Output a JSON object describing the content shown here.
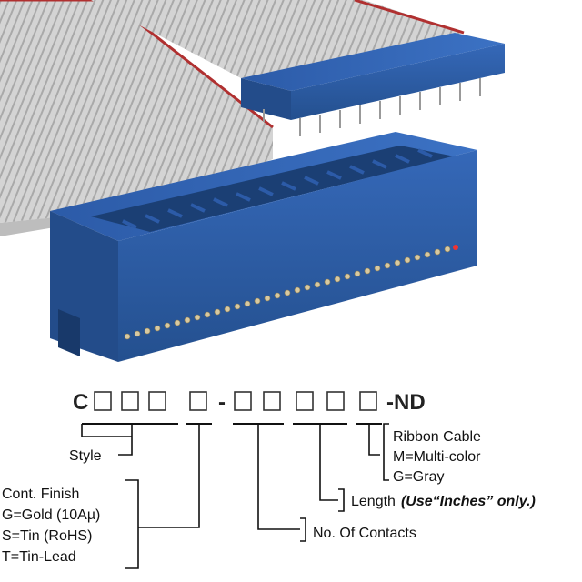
{
  "part_number": {
    "prefix": "C",
    "group1_boxes": 4,
    "separator1": "-",
    "group2_boxes": 5,
    "suffix": "-ND"
  },
  "labels": {
    "style": "Style",
    "cont_finish_title": "Cont. Finish",
    "cont_finish_gold": "G=Gold (10Aµ)",
    "cont_finish_tin": "S=Tin (RoHS)",
    "cont_finish_tinlead": "T=Tin-Lead",
    "contacts": "No. Of Contacts",
    "length": "Length",
    "length_note": "(Use“Inches” only.)",
    "ribbon_title": "Ribbon Cable",
    "ribbon_multicolor": "M=Multi-color",
    "ribbon_gray": "G=Gray"
  },
  "colors": {
    "connector_blue": "#2d5fae",
    "cable_gray": "#c9c9c9",
    "cable_red_stripe": "#b03030",
    "contact_gold": "#d8c9a0"
  }
}
